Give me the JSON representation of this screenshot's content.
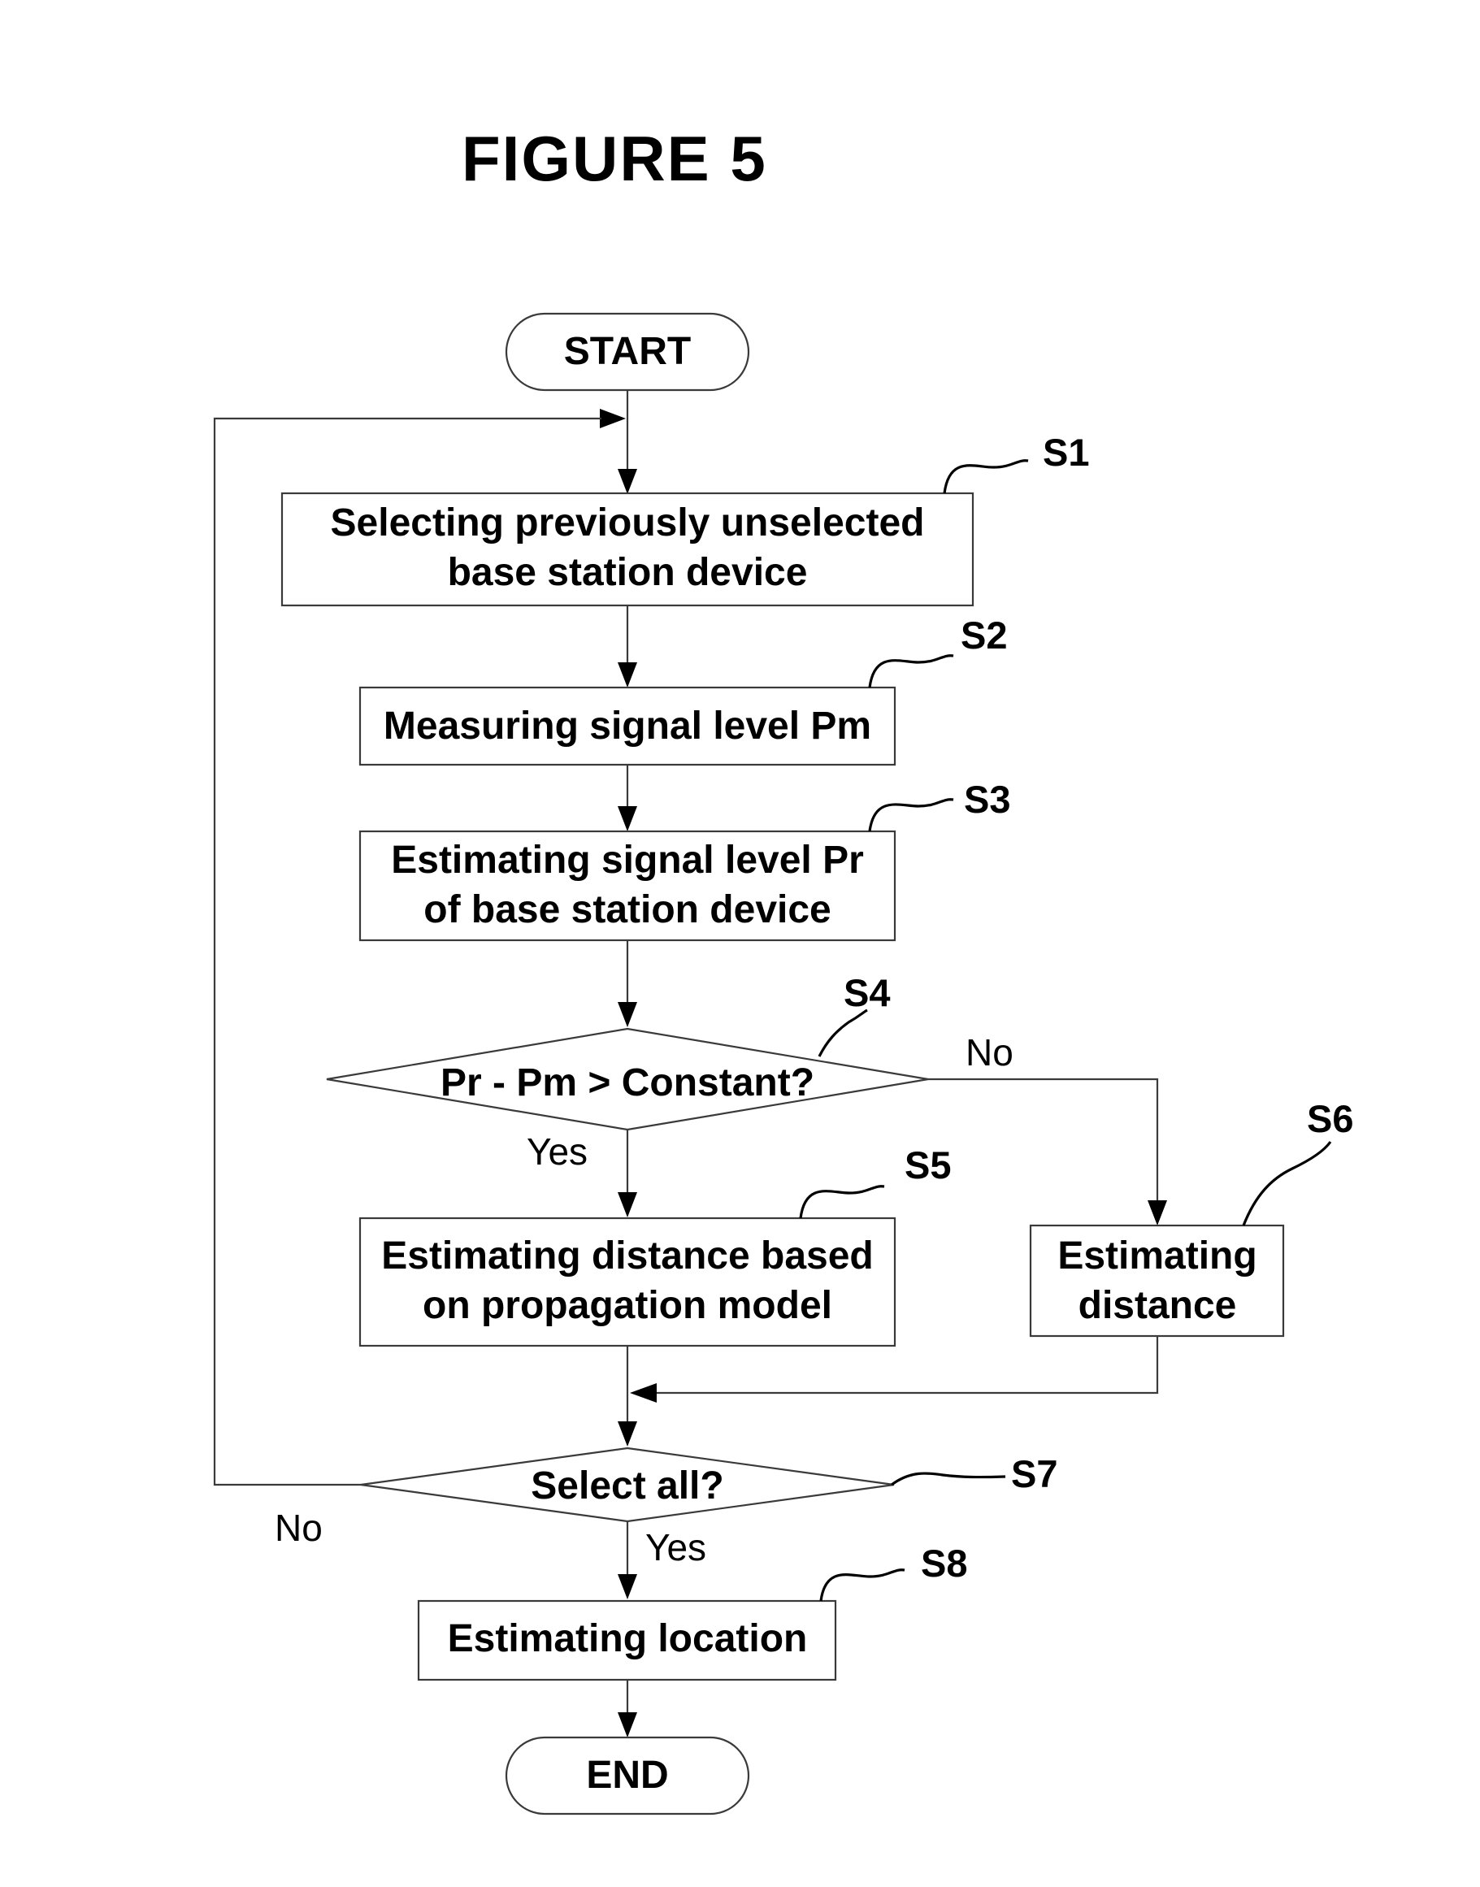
{
  "figure": {
    "title": "FIGURE 5"
  },
  "nodes": {
    "start": "START",
    "s1": [
      "Selecting previously unselected",
      "base station device"
    ],
    "s2": [
      "Measuring signal level Pm"
    ],
    "s3": [
      "Estimating signal level Pr",
      "of base station device"
    ],
    "s4": [
      "Pr - Pm > Constant?"
    ],
    "s5": [
      "Estimating distance based",
      "on propagation model"
    ],
    "s6": [
      "Estimating",
      "distance"
    ],
    "s7": [
      "Select all?"
    ],
    "s8": [
      "Estimating location"
    ],
    "end": "END"
  },
  "step_labels": {
    "s1": "S1",
    "s2": "S2",
    "s3": "S3",
    "s4": "S4",
    "s5": "S5",
    "s6": "S6",
    "s7": "S7",
    "s8": "S8"
  },
  "branch_labels": {
    "s4_no": "No",
    "s4_yes": "Yes",
    "s7_no": "No",
    "s7_yes": "Yes"
  }
}
